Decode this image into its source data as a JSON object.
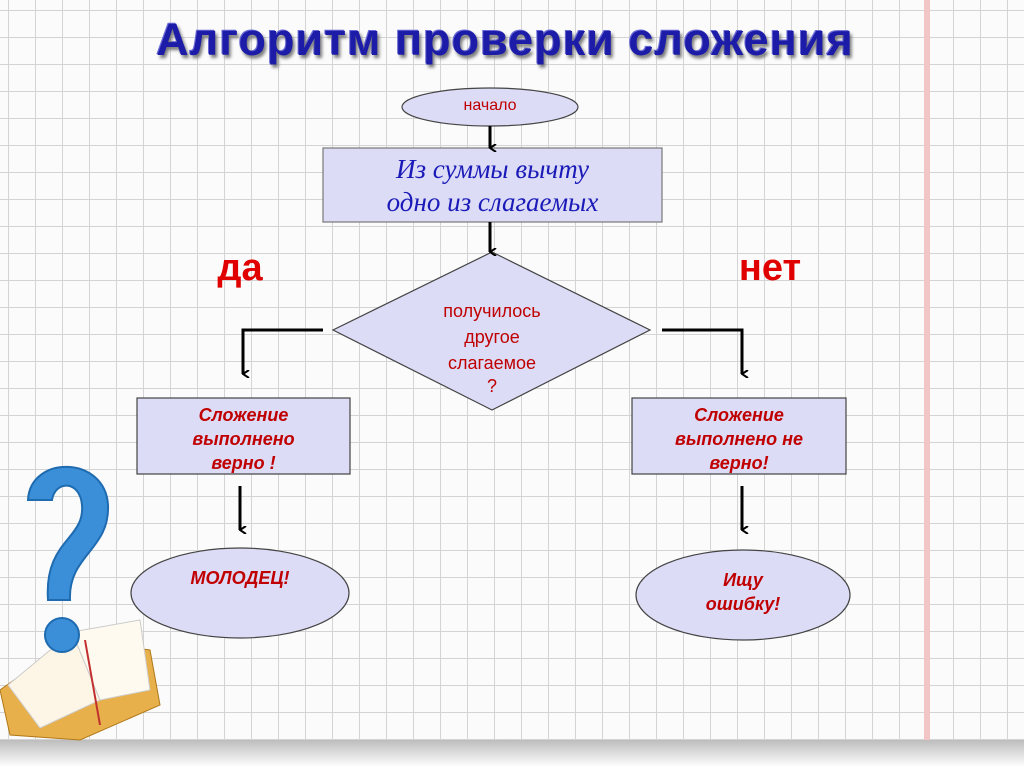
{
  "title": "Алгоритм проверки сложения",
  "start": "начало",
  "step": {
    "line1": "Из суммы вычту",
    "line2": "одно из слагаемых"
  },
  "decision": {
    "line1": "получилось",
    "line2": "другое",
    "line3": "слагаемое",
    "line4": "?"
  },
  "yes": "да",
  "no": "нет",
  "yes_box": {
    "line1": "Сложение",
    "line2": "выполнено",
    "line3": "верно !"
  },
  "no_box": {
    "line1": "Сложение",
    "line2": "выполнено не",
    "line3": "верно!"
  },
  "yes_end": "МОЛОДЕЦ!",
  "no_end": {
    "line1": "Ищу",
    "line2": "ошибку!"
  }
}
